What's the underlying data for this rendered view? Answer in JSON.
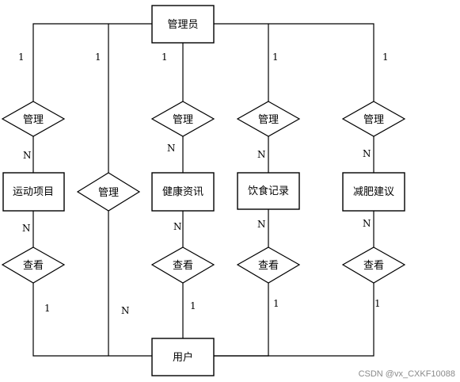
{
  "diagram": {
    "entities": {
      "admin": "管理员",
      "user": "用户",
      "exercise": "运动项目",
      "health": "健康资讯",
      "diet": "饮食记录",
      "weightloss": "减肥建议"
    },
    "relationships": {
      "manage_exercise": "管理",
      "manage_user": "管理",
      "manage_health": "管理",
      "manage_diet": "管理",
      "manage_weightloss": "管理",
      "view_exercise": "查看",
      "view_health": "查看",
      "view_diet": "查看",
      "view_weightloss": "查看"
    },
    "cardinalities": {
      "admin_exercise": "1",
      "admin_user": "1",
      "admin_health": "1",
      "admin_diet": "1",
      "admin_weightloss": "1",
      "exercise_manage": "N",
      "health_manage": "N",
      "diet_manage": "N",
      "weightloss_manage": "N",
      "exercise_view": "N",
      "health_view": "N",
      "diet_view": "N",
      "weightloss_view": "N",
      "user_manage": "N",
      "user_exercise": "1",
      "user_health": "1",
      "user_diet": "1",
      "user_weightloss": "1"
    }
  },
  "watermark": "CSDN @vx_CXKF10088"
}
